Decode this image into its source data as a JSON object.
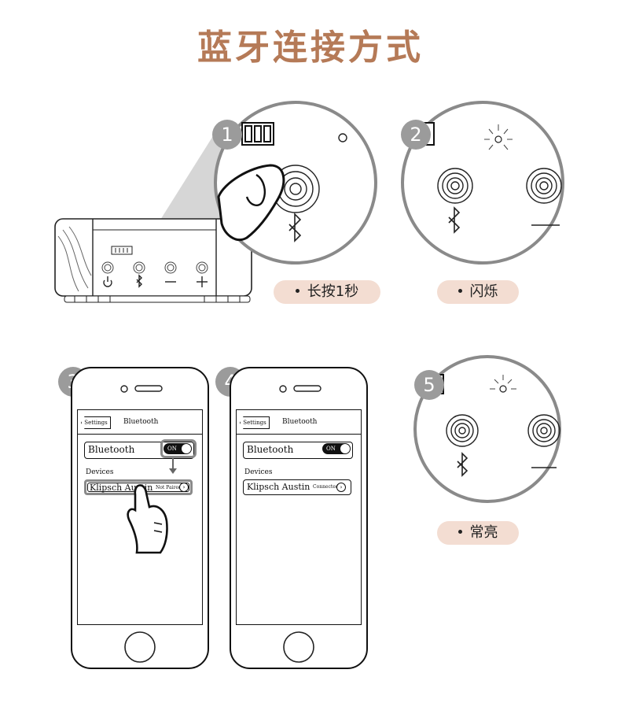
{
  "title": "蓝牙连接方式",
  "steps": [
    {
      "number": "1",
      "caption": "长按1秒"
    },
    {
      "number": "2",
      "caption": "闪烁"
    },
    {
      "number": "3"
    },
    {
      "number": "4"
    },
    {
      "number": "5",
      "caption": "常亮"
    }
  ],
  "phone3": {
    "back_label": "Settings",
    "nav_title": "Bluetooth",
    "bt_label": "Bluetooth",
    "toggle": "ON",
    "devices_header": "Devices",
    "device_name": "Klipsch Austin",
    "device_status": "Not Paired"
  },
  "phone4": {
    "back_label": "Settings",
    "nav_title": "Bluetooth",
    "bt_label": "Bluetooth",
    "toggle": "ON",
    "devices_header": "Devices",
    "device_name": "Klipsch Austin",
    "device_status": "Connected"
  },
  "colors": {
    "title": "#b57a57",
    "pill": "#f3ddd2",
    "badge": "#9b9b9b"
  }
}
